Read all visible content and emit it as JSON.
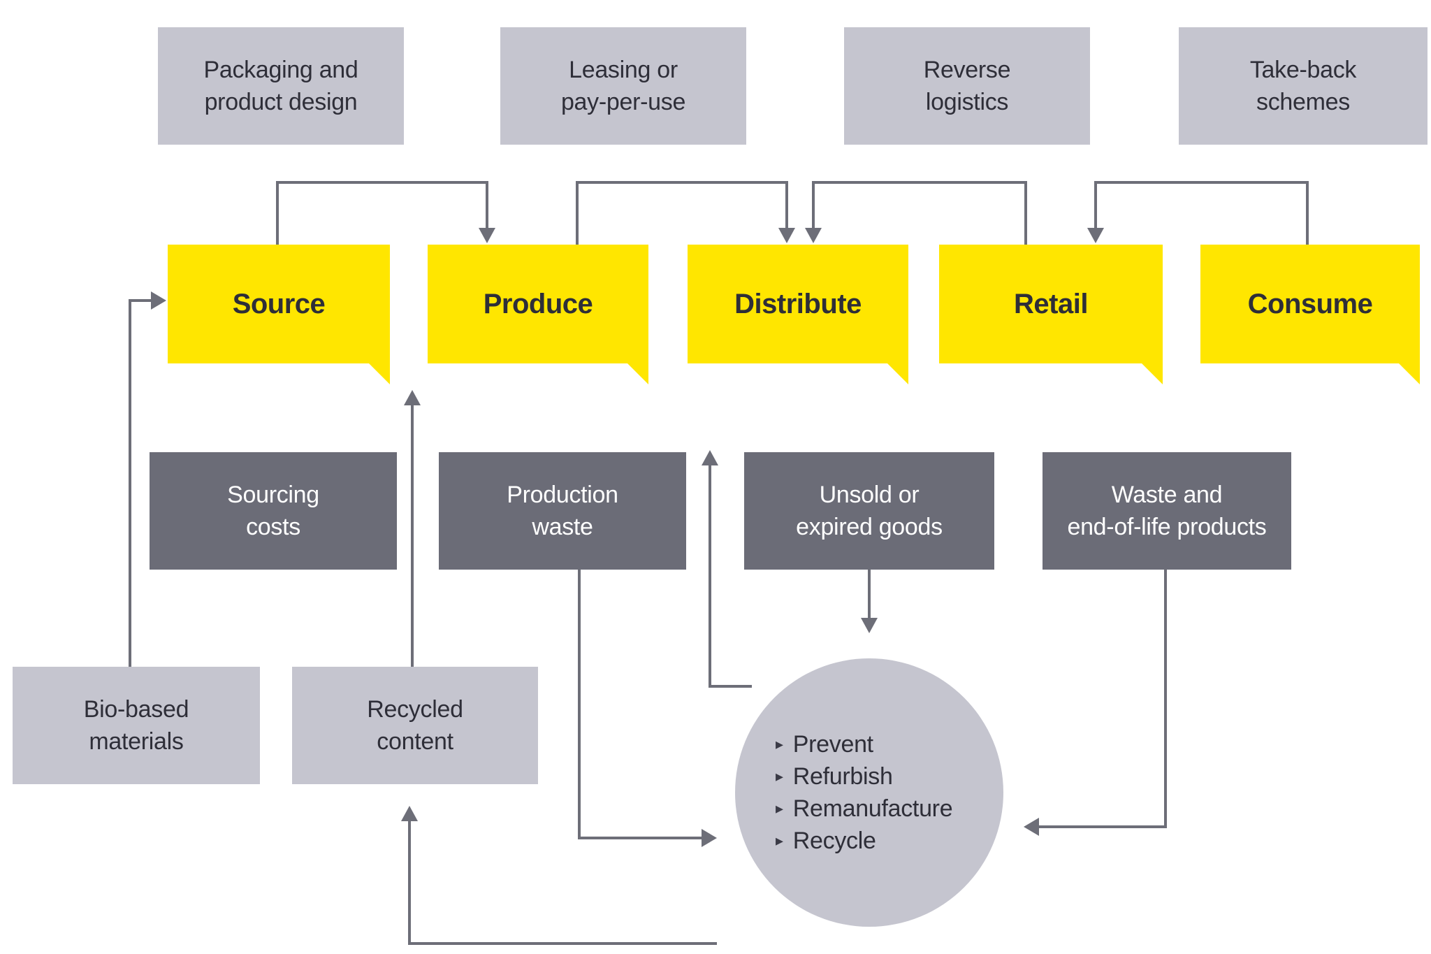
{
  "top_row": [
    {
      "label": "Packaging and\nproduct design"
    },
    {
      "label": "Leasing or\npay-per-use"
    },
    {
      "label": "Reverse\nlogistics"
    },
    {
      "label": "Take-back\nschemes"
    }
  ],
  "stages": [
    {
      "label": "Source"
    },
    {
      "label": "Produce"
    },
    {
      "label": "Distribute"
    },
    {
      "label": "Retail"
    },
    {
      "label": "Consume"
    }
  ],
  "leakage_row": [
    {
      "label": "Sourcing\ncosts"
    },
    {
      "label": "Production\nwaste"
    },
    {
      "label": "Unsold or\nexpired goods"
    },
    {
      "label": "Waste and\nend-of-life products"
    }
  ],
  "input_row": [
    {
      "label": "Bio-based\nmaterials"
    },
    {
      "label": "Recycled\ncontent"
    }
  ],
  "circle": {
    "bullet": "▸",
    "items": [
      "Prevent",
      "Refurbish",
      "Remanufacture",
      "Recycle"
    ]
  },
  "colors": {
    "accent_yellow": "#ffe600",
    "light_gray": "#c5c5cf",
    "dark_gray": "#6b6c77",
    "arrow_gray": "#6d6e78",
    "text_dark": "#2e2e38",
    "text_light": "#ffffff"
  }
}
